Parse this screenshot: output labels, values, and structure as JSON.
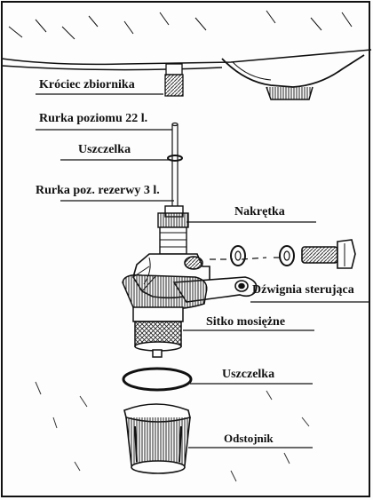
{
  "labels": {
    "tank_nipple": "Króciec zbiornika",
    "level_tube": "Rurka poziomu 22 l.",
    "gasket_top": "Uszczelka",
    "reserve_tube": "Rurka poz. rezerwy 3 l.",
    "nut": "Nakrętka",
    "control_lever": "Dźwignia sterująca",
    "brass_strainer": "Sitko mosiężne",
    "gasket_bottom": "Uszczelka",
    "sediment_bowl": "Odstojnik"
  },
  "colors": {
    "ink": "#111111",
    "paper": "#fdfdfd",
    "hatch": "#444444"
  }
}
